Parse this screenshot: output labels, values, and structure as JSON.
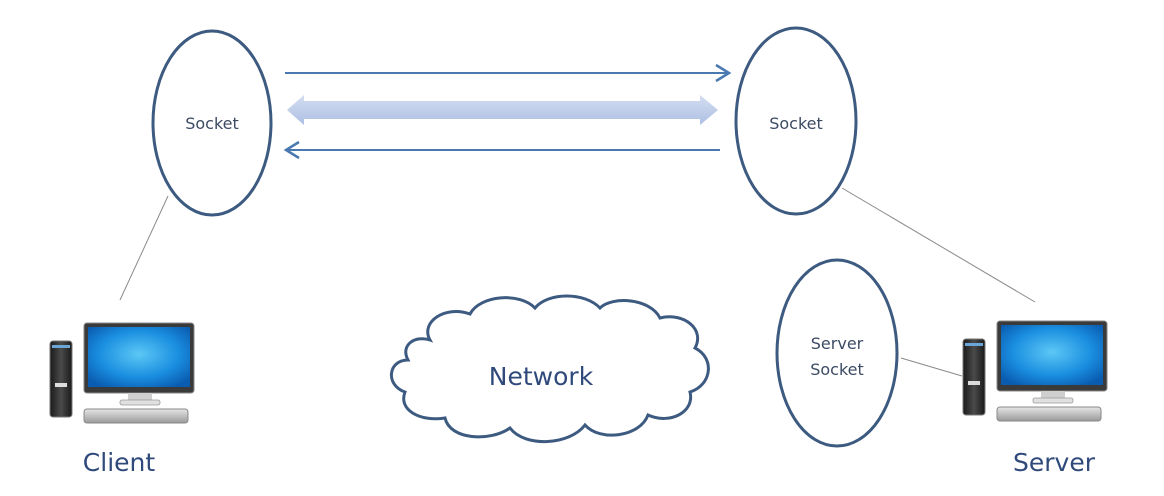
{
  "diagram": {
    "client_socket": {
      "label": "Socket"
    },
    "server_socket": {
      "label": "Socket"
    },
    "listening_socket": {
      "label_line1": "Server",
      "label_line2": "Socket"
    },
    "network": {
      "label": "Network"
    },
    "client": {
      "label": "Client",
      "icon": "desktop-computer-icon"
    },
    "server": {
      "label": "Server",
      "icon": "desktop-computer-icon"
    },
    "arrows": [
      {
        "from": "client_socket",
        "to": "server_socket",
        "direction": "right"
      },
      {
        "from": "client_socket",
        "to": "server_socket",
        "direction": "bidirectional"
      },
      {
        "from": "server_socket",
        "to": "client_socket",
        "direction": "left"
      }
    ],
    "colors": {
      "ellipse_stroke": "#3d5a80",
      "arrow": "#4a78b0",
      "thick_arrow": "#b8c8e6",
      "label_text": "#2f4a7a",
      "connector_line": "#8a8a8a"
    }
  }
}
